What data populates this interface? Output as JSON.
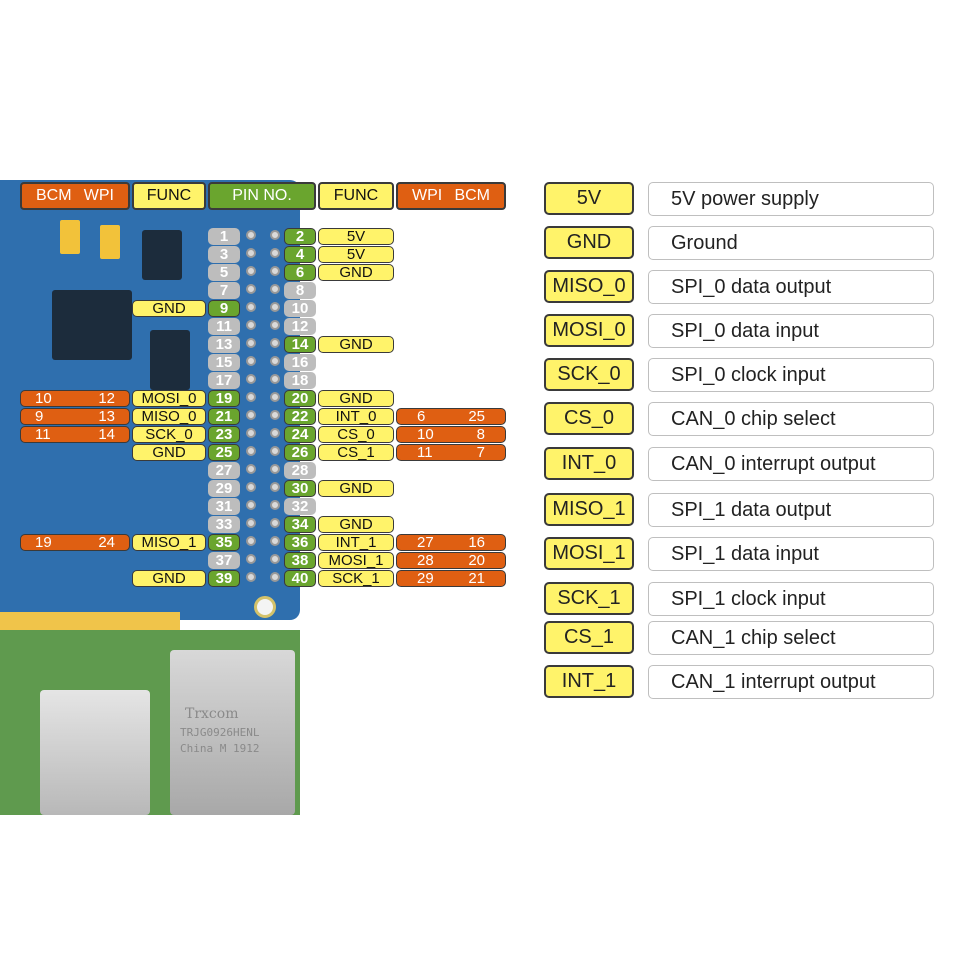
{
  "header": {
    "left_bcm": "BCM",
    "left_wpi": "WPI",
    "left_func": "FUNC",
    "pin_no": "PIN NO.",
    "right_func": "FUNC",
    "right_wpi": "WPI",
    "right_bcm": "BCM"
  },
  "pins": {
    "rows": [
      {
        "l": "1",
        "r": "2",
        "lf": "",
        "rf": "5V",
        "lwpi": "",
        "lbcm": "",
        "rwpi": "",
        "rbcm": "",
        "lu": false,
        "ru": true
      },
      {
        "l": "3",
        "r": "4",
        "lf": "",
        "rf": "5V",
        "lwpi": "",
        "lbcm": "",
        "rwpi": "",
        "rbcm": "",
        "lu": false,
        "ru": true
      },
      {
        "l": "5",
        "r": "6",
        "lf": "",
        "rf": "GND",
        "lwpi": "",
        "lbcm": "",
        "rwpi": "",
        "rbcm": "",
        "lu": false,
        "ru": true
      },
      {
        "l": "7",
        "r": "8",
        "lf": "",
        "rf": "",
        "lwpi": "",
        "lbcm": "",
        "rwpi": "",
        "rbcm": "",
        "lu": false,
        "ru": false
      },
      {
        "l": "9",
        "r": "10",
        "lf": "GND",
        "rf": "",
        "lwpi": "",
        "lbcm": "",
        "rwpi": "",
        "rbcm": "",
        "lu": true,
        "ru": false
      },
      {
        "l": "11",
        "r": "12",
        "lf": "",
        "rf": "",
        "lwpi": "",
        "lbcm": "",
        "rwpi": "",
        "rbcm": "",
        "lu": false,
        "ru": false
      },
      {
        "l": "13",
        "r": "14",
        "lf": "",
        "rf": "GND",
        "lwpi": "",
        "lbcm": "",
        "rwpi": "",
        "rbcm": "",
        "lu": false,
        "ru": true
      },
      {
        "l": "15",
        "r": "16",
        "lf": "",
        "rf": "",
        "lwpi": "",
        "lbcm": "",
        "rwpi": "",
        "rbcm": "",
        "lu": false,
        "ru": false
      },
      {
        "l": "17",
        "r": "18",
        "lf": "",
        "rf": "",
        "lwpi": "",
        "lbcm": "",
        "rwpi": "",
        "rbcm": "",
        "lu": false,
        "ru": false
      },
      {
        "l": "19",
        "r": "20",
        "lf": "MOSI_0",
        "rf": "GND",
        "lwpi": "12",
        "lbcm": "10",
        "rwpi": "",
        "rbcm": "",
        "lu": true,
        "ru": true
      },
      {
        "l": "21",
        "r": "22",
        "lf": "MISO_0",
        "rf": "INT_0",
        "lwpi": "13",
        "lbcm": "9",
        "rwpi": "6",
        "rbcm": "25",
        "lu": true,
        "ru": true
      },
      {
        "l": "23",
        "r": "24",
        "lf": "SCK_0",
        "rf": "CS_0",
        "lwpi": "14",
        "lbcm": "11",
        "rwpi": "10",
        "rbcm": "8",
        "lu": true,
        "ru": true
      },
      {
        "l": "25",
        "r": "26",
        "lf": "GND",
        "rf": "CS_1",
        "lwpi": "",
        "lbcm": "",
        "rwpi": "11",
        "rbcm": "7",
        "lu": true,
        "ru": true
      },
      {
        "l": "27",
        "r": "28",
        "lf": "",
        "rf": "",
        "lwpi": "",
        "lbcm": "",
        "rwpi": "",
        "rbcm": "",
        "lu": false,
        "ru": false
      },
      {
        "l": "29",
        "r": "30",
        "lf": "",
        "rf": "GND",
        "lwpi": "",
        "lbcm": "",
        "rwpi": "",
        "rbcm": "",
        "lu": false,
        "ru": true
      },
      {
        "l": "31",
        "r": "32",
        "lf": "",
        "rf": "",
        "lwpi": "",
        "lbcm": "",
        "rwpi": "",
        "rbcm": "",
        "lu": false,
        "ru": false
      },
      {
        "l": "33",
        "r": "34",
        "lf": "",
        "rf": "GND",
        "lwpi": "",
        "lbcm": "",
        "rwpi": "",
        "rbcm": "",
        "lu": false,
        "ru": true
      },
      {
        "l": "35",
        "r": "36",
        "lf": "MISO_1",
        "rf": "INT_1",
        "lwpi": "24",
        "lbcm": "19",
        "rwpi": "27",
        "rbcm": "16",
        "lu": true,
        "ru": true
      },
      {
        "l": "37",
        "r": "38",
        "lf": "",
        "rf": "MOSI_1",
        "lwpi": "",
        "lbcm": "",
        "rwpi": "28",
        "rbcm": "20",
        "lu": false,
        "ru": true
      },
      {
        "l": "39",
        "r": "40",
        "lf": "GND",
        "rf": "SCK_1",
        "lwpi": "",
        "lbcm": "",
        "rwpi": "29",
        "rbcm": "21",
        "lu": true,
        "ru": true
      }
    ]
  },
  "legend": [
    {
      "key": "5V",
      "desc": "5V power supply"
    },
    {
      "key": "GND",
      "desc": "Ground"
    },
    {
      "key": "MISO_0",
      "desc": "SPI_0 data output"
    },
    {
      "key": "MOSI_0",
      "desc": "SPI_0 data input"
    },
    {
      "key": "SCK_0",
      "desc": "SPI_0 clock input"
    },
    {
      "key": "CS_0",
      "desc": "CAN_0 chip select"
    },
    {
      "key": "INT_0",
      "desc": "CAN_0 interrupt output"
    },
    {
      "key": "MISO_1",
      "desc": "SPI_1 data output"
    },
    {
      "key": "MOSI_1",
      "desc": "SPI_1 data input"
    },
    {
      "key": "SCK_1",
      "desc": "SPI_1 clock input"
    },
    {
      "key": "CS_1",
      "desc": "CAN_1 chip select"
    },
    {
      "key": "INT_1",
      "desc": "CAN_1 interrupt output"
    }
  ],
  "board": {
    "rj45_brand": "Trxcom",
    "rj45_model": "TRJG0926HENL",
    "rj45_origin": "China M 1912"
  },
  "colors": {
    "func_yellow": "#fff36a",
    "gpio_orange": "#df5f12",
    "pin_green": "#6aa52e",
    "pin_grey": "#bdbdbd",
    "board_blue": "#2f6fae",
    "pcb_green": "#5f9a4e"
  }
}
